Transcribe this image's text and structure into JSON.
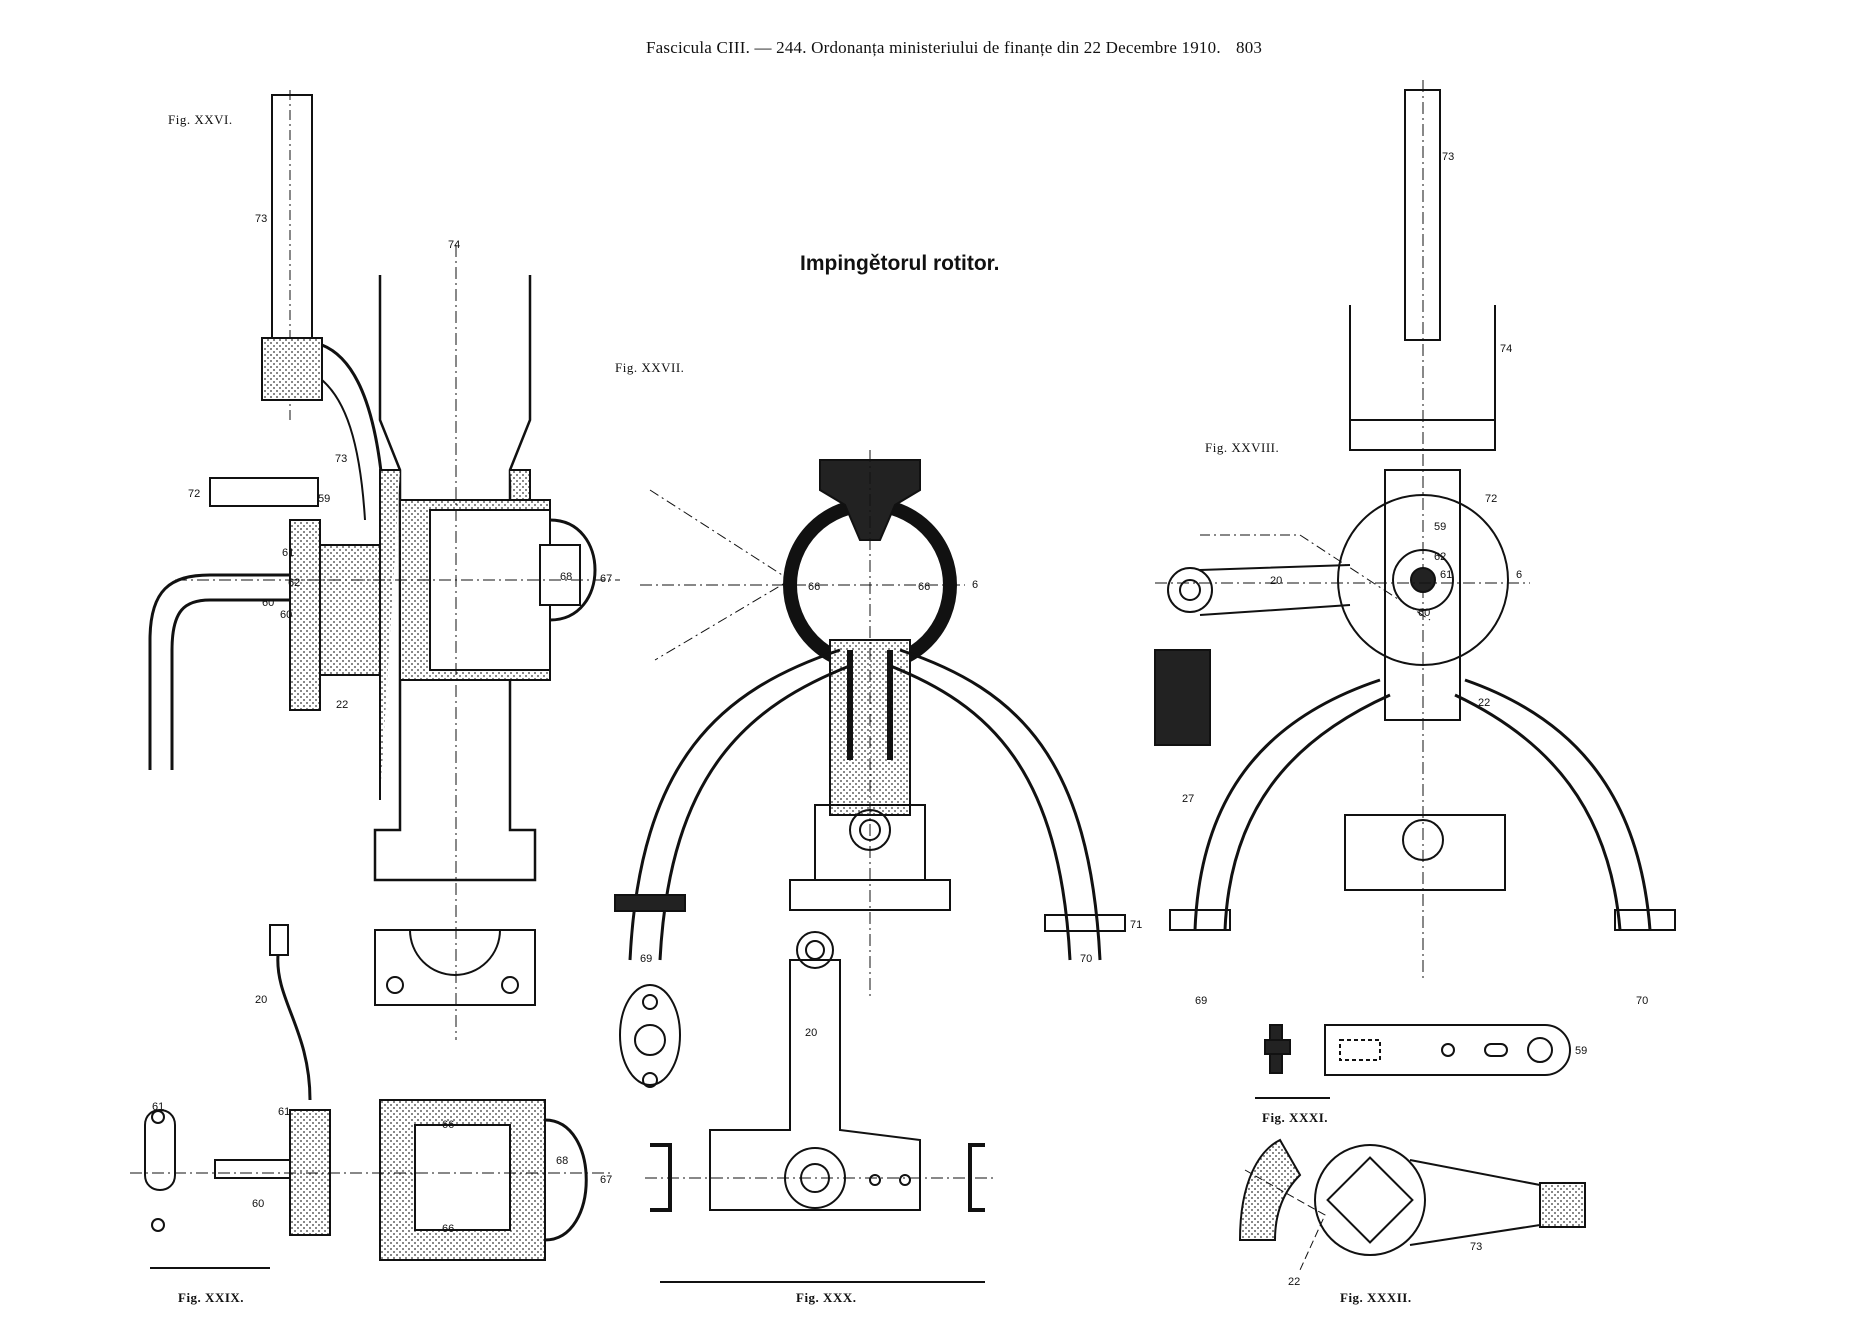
{
  "header": {
    "running_head": "Fascicula CIII. — 244. Ordonanța ministeriului de finanțe din 22 Decembre 1910.",
    "page_number": "803"
  },
  "title": "Impingětorul rotitor.",
  "figures": {
    "xxvi": "Fig. XXVI.",
    "xxvii": "Fig. XXVII.",
    "xxviii": "Fig. XXVIII.",
    "xxix": "Fig. XXIX.",
    "xxx": "Fig. XXX.",
    "xxxi": "Fig. XXXI.",
    "xxxii": "Fig. XXXII."
  },
  "part_numbers": {
    "fig_xxvi": [
      "73",
      "74",
      "73",
      "72",
      "59",
      "61",
      "62",
      "60",
      "60",
      "22",
      "68",
      "67"
    ],
    "fig_xxvii": [
      "66",
      "66",
      "69",
      "70",
      "71",
      "6"
    ],
    "fig_xxviii": [
      "73",
      "74",
      "72",
      "59",
      "62",
      "61",
      "20",
      "6",
      "60",
      "22",
      "27",
      "69",
      "70"
    ],
    "fig_xxix": [
      "20",
      "61",
      "66",
      "66",
      "68",
      "67",
      "60",
      "61"
    ],
    "fig_xxx": [
      "20"
    ],
    "fig_xxxi": [
      "59"
    ],
    "fig_xxxii": [
      "73",
      "22"
    ]
  }
}
